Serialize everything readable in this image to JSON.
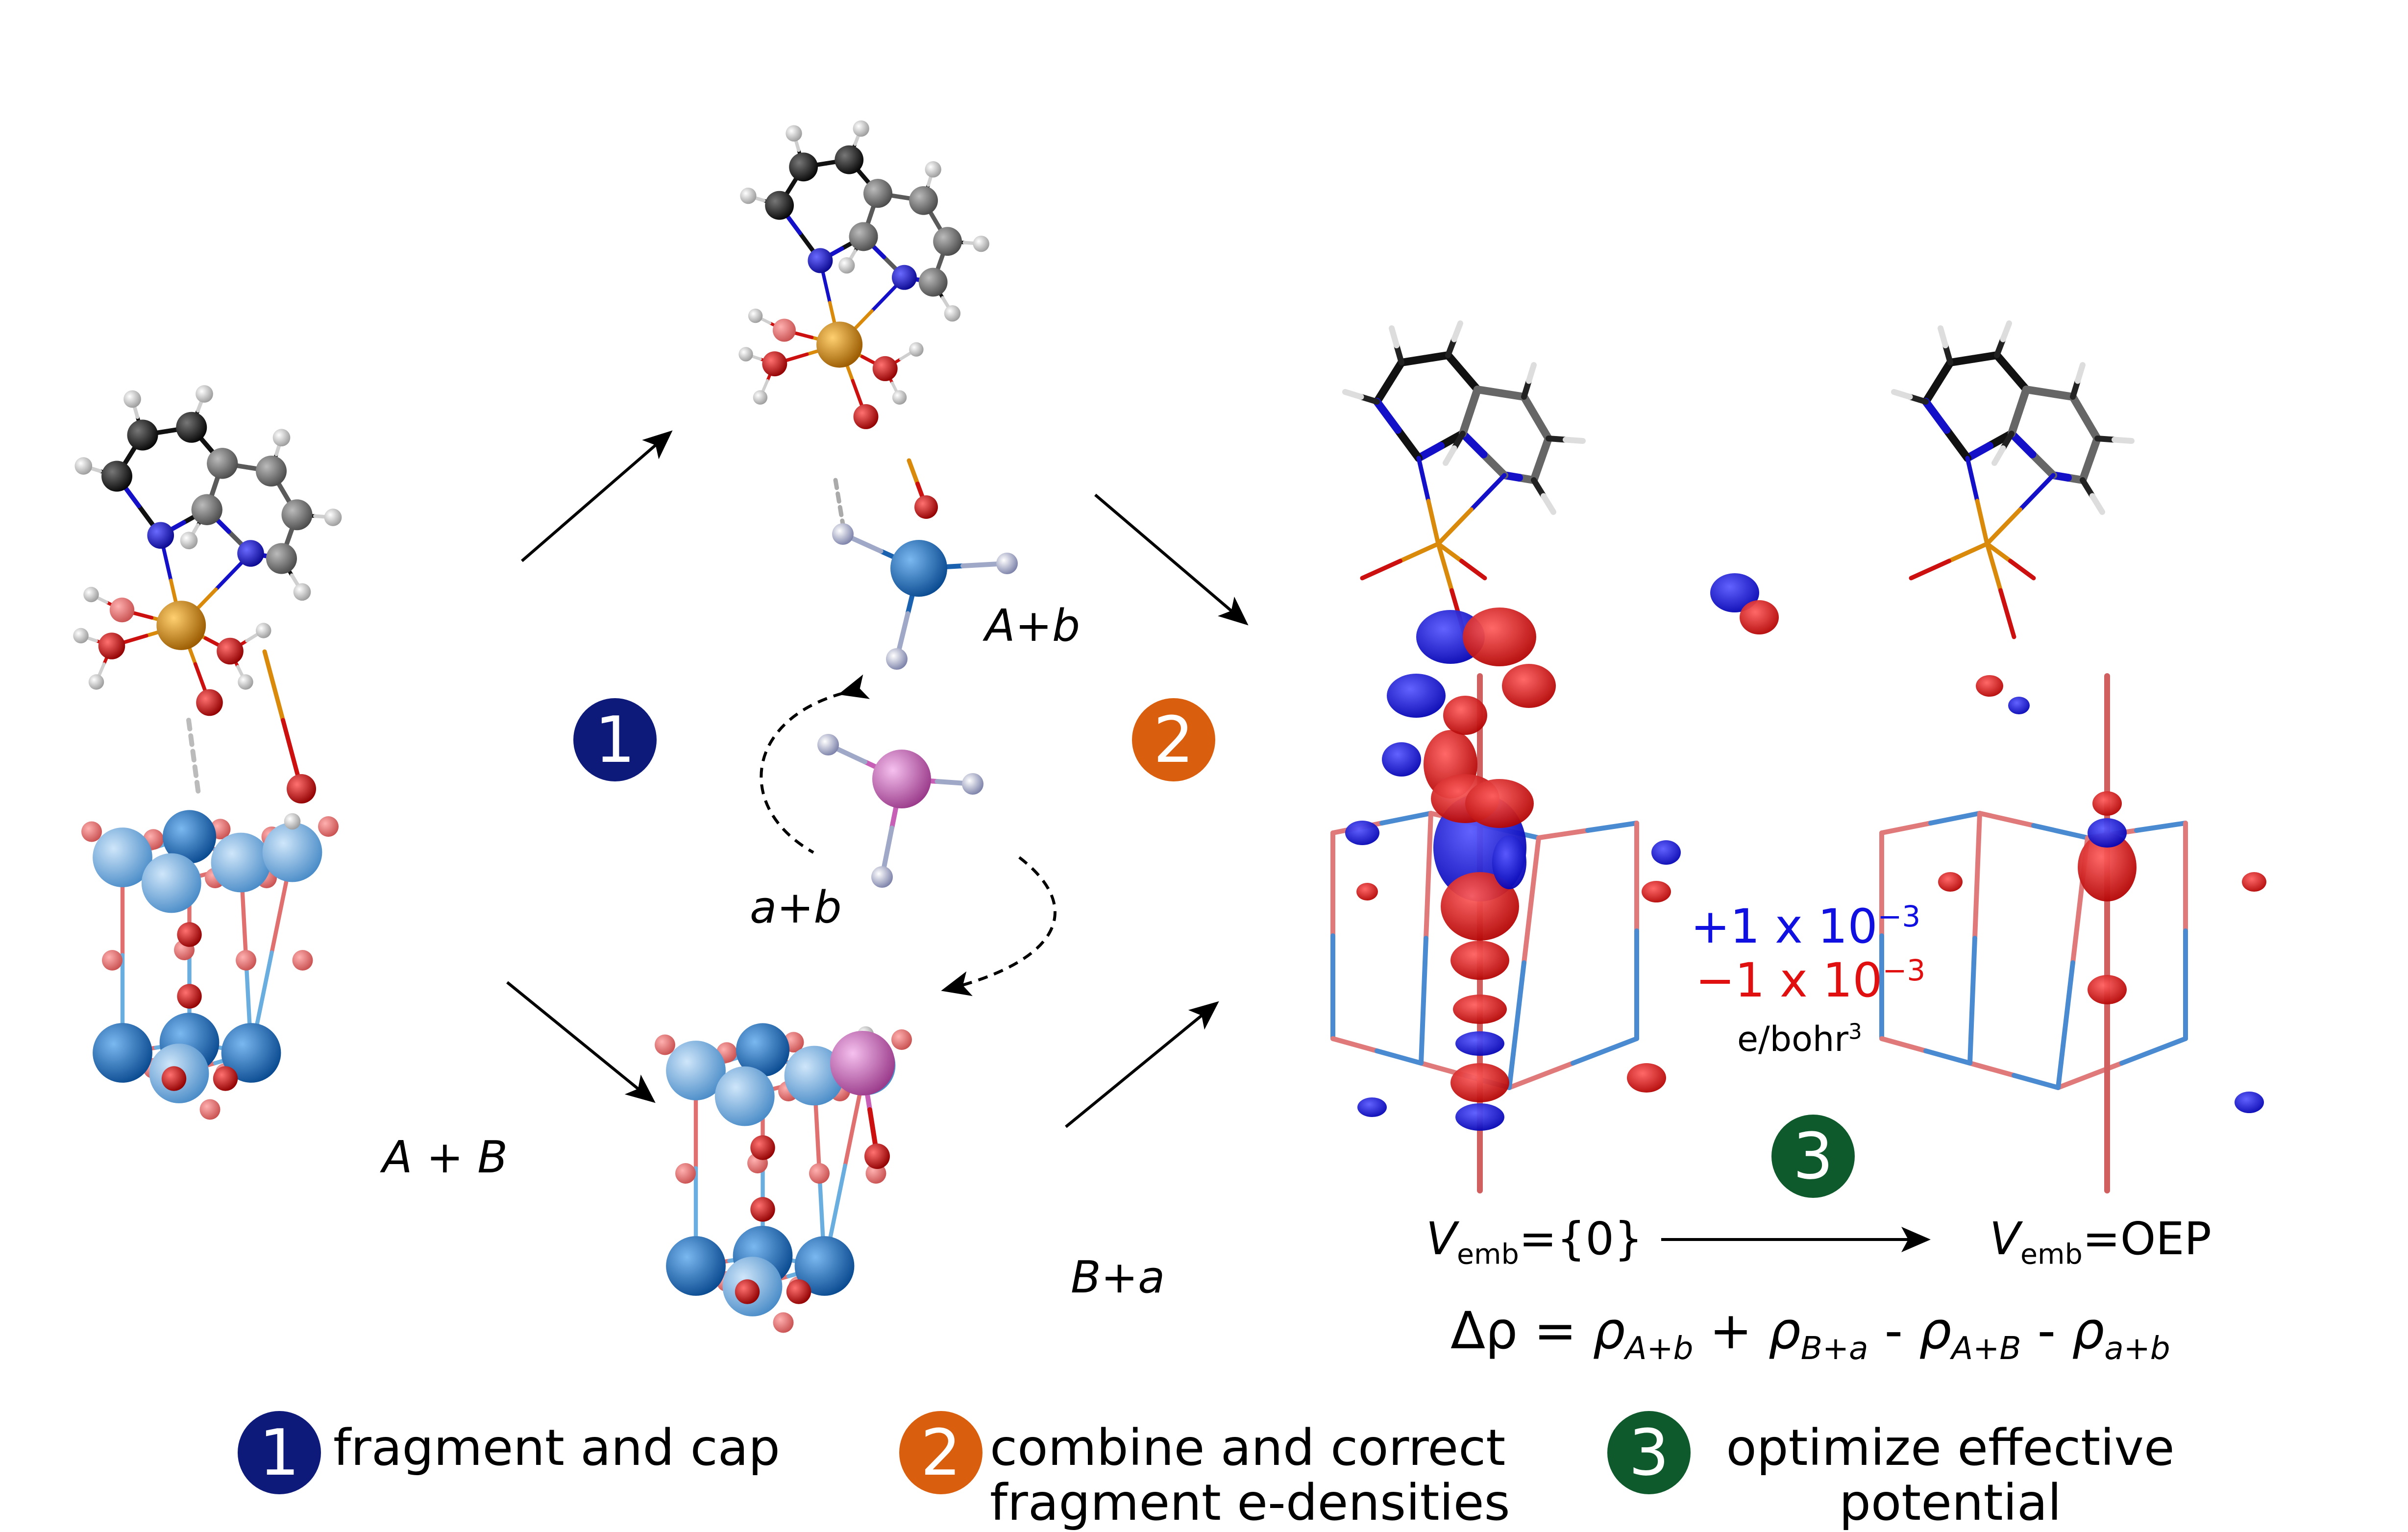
{
  "labels": {
    "ab_total": "A + B",
    "A_b": "A+b",
    "B_a": "B+a",
    "a_b": "a+b"
  },
  "steps": [
    {
      "number": "1",
      "color": "#0d1a7a",
      "text": "fragment and cap"
    },
    {
      "number": "2",
      "color": "#d95f0e",
      "text": "combine and correct fragment e-densities"
    },
    {
      "number": "3",
      "color": "#0f5a2c",
      "text": "optimize effective potential"
    }
  ],
  "isovalues": {
    "positive": "+1 x 10",
    "positive_exp": "−3",
    "negative": "−1 x 10",
    "negative_exp": "−3",
    "unit": "e/bohr",
    "unit_exp": "3"
  },
  "potentials": {
    "left_symbol": "V",
    "left_sub": "emb",
    "left_value": "={0}",
    "right_symbol": "V",
    "right_sub": "emb",
    "right_value": "=OEP"
  },
  "equation": {
    "lhs": "Δρ = ",
    "t1": "ρ",
    "t1_sub": "A+b",
    "op1": " + ",
    "t2": "ρ",
    "t2_sub": "B+a",
    "op2": " - ",
    "t3": "ρ",
    "t3_sub": "A+B",
    "op3": " - ",
    "t4": "ρ",
    "t4_sub": "a+b"
  },
  "colors": {
    "carbon_black": "#111111",
    "carbon_grey": "#5a5a5a",
    "hydrogen": "#e6e6e6",
    "nitrogen": "#1410c8",
    "metal": "#d98a0a",
    "oxygen": "#cc1010",
    "oxygen_light": "#e07070",
    "si_dark": "#1a62b0",
    "si_light": "#6aaee0",
    "cap_atom": "#c65fb5",
    "density_pos": "#1010e0",
    "density_neg": "#e01010"
  }
}
